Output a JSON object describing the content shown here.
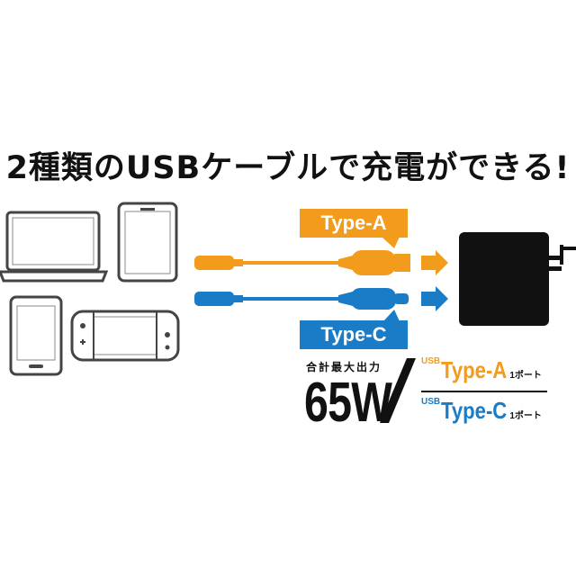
{
  "headline": "2種類のUSBケーブルで充電ができる!",
  "cables": {
    "type_a_label": "Type-A",
    "type_c_label": "Type-C"
  },
  "spec": {
    "total_label": "合計最大出力",
    "watt": "65W",
    "port_a": {
      "usb": "USB",
      "type": "Type-A",
      "count": "1ポート"
    },
    "port_c": {
      "usb": "USB",
      "type": "Type-C",
      "count": "1ポート"
    }
  },
  "colors": {
    "orange": "#f39b1c",
    "blue": "#1a7bc6",
    "charger": "#111111"
  },
  "icons": [
    "laptop-icon",
    "tablet-icon",
    "smartphone-icon",
    "game-console-icon",
    "charger-icon"
  ]
}
